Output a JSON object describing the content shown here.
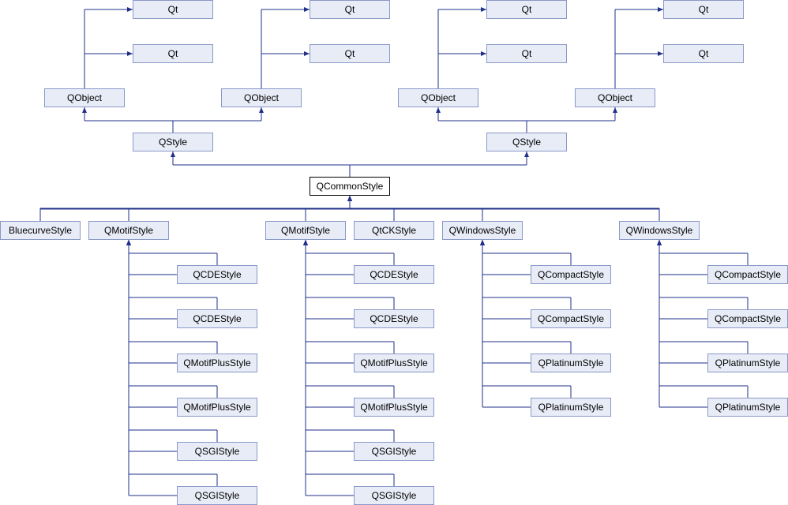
{
  "diagram": {
    "colors": {
      "node_fill": "#e8ecf7",
      "node_border": "#8a98c8",
      "edge": "#1f2f8a",
      "current_border": "#000000"
    },
    "nodes": [
      {
        "id": "qt1",
        "label": "Qt"
      },
      {
        "id": "qt2",
        "label": "Qt"
      },
      {
        "id": "qt3",
        "label": "Qt"
      },
      {
        "id": "qt4",
        "label": "Qt"
      },
      {
        "id": "qt5",
        "label": "Qt"
      },
      {
        "id": "qt6",
        "label": "Qt"
      },
      {
        "id": "qt7",
        "label": "Qt"
      },
      {
        "id": "qt8",
        "label": "Qt"
      },
      {
        "id": "qobject1",
        "label": "QObject"
      },
      {
        "id": "qobject2",
        "label": "QObject"
      },
      {
        "id": "qobject3",
        "label": "QObject"
      },
      {
        "id": "qobject4",
        "label": "QObject"
      },
      {
        "id": "qstyle1",
        "label": "QStyle"
      },
      {
        "id": "qstyle2",
        "label": "QStyle"
      },
      {
        "id": "qcommonstyle",
        "label": "QCommonStyle",
        "current": true
      },
      {
        "id": "bluecurve",
        "label": "BluecurveStyle"
      },
      {
        "id": "motif1",
        "label": "QMotifStyle"
      },
      {
        "id": "motif2",
        "label": "QMotifStyle"
      },
      {
        "id": "qtck",
        "label": "QtCKStyle"
      },
      {
        "id": "windows1",
        "label": "QWindowsStyle"
      },
      {
        "id": "windows2",
        "label": "QWindowsStyle"
      },
      {
        "id": "cde1",
        "label": "QCDEStyle"
      },
      {
        "id": "cde2",
        "label": "QCDEStyle"
      },
      {
        "id": "motifplus1",
        "label": "QMotifPlusStyle"
      },
      {
        "id": "motifplus2",
        "label": "QMotifPlusStyle"
      },
      {
        "id": "sgi1",
        "label": "QSGIStyle"
      },
      {
        "id": "sgi2",
        "label": "QSGIStyle"
      },
      {
        "id": "cde3",
        "label": "QCDEStyle"
      },
      {
        "id": "cde4",
        "label": "QCDEStyle"
      },
      {
        "id": "motifplus3",
        "label": "QMotifPlusStyle"
      },
      {
        "id": "motifplus4",
        "label": "QMotifPlusStyle"
      },
      {
        "id": "sgi3",
        "label": "QSGIStyle"
      },
      {
        "id": "sgi4",
        "label": "QSGIStyle"
      },
      {
        "id": "compact1",
        "label": "QCompactStyle"
      },
      {
        "id": "compact2",
        "label": "QCompactStyle"
      },
      {
        "id": "platinum1",
        "label": "QPlatinumStyle"
      },
      {
        "id": "platinum2",
        "label": "QPlatinumStyle"
      },
      {
        "id": "compact3",
        "label": "QCompactStyle"
      },
      {
        "id": "compact4",
        "label": "QCompactStyle"
      },
      {
        "id": "platinum3",
        "label": "QPlatinumStyle"
      },
      {
        "id": "platinum4",
        "label": "QPlatinumStyle"
      }
    ],
    "edges": [
      {
        "from": "qobject1",
        "to": "qt1"
      },
      {
        "from": "qobject1",
        "to": "qt2"
      },
      {
        "from": "qobject2",
        "to": "qt3"
      },
      {
        "from": "qobject2",
        "to": "qt4"
      },
      {
        "from": "qobject3",
        "to": "qt5"
      },
      {
        "from": "qobject3",
        "to": "qt6"
      },
      {
        "from": "qobject4",
        "to": "qt7"
      },
      {
        "from": "qobject4",
        "to": "qt8"
      },
      {
        "from": "qstyle1",
        "to": "qobject1"
      },
      {
        "from": "qstyle1",
        "to": "qobject2"
      },
      {
        "from": "qstyle2",
        "to": "qobject3"
      },
      {
        "from": "qstyle2",
        "to": "qobject4"
      },
      {
        "from": "qcommonstyle",
        "to": "qstyle1"
      },
      {
        "from": "qcommonstyle",
        "to": "qstyle2"
      },
      {
        "from": "bluecurve",
        "to": "qcommonstyle"
      },
      {
        "from": "motif1",
        "to": "qcommonstyle"
      },
      {
        "from": "motif2",
        "to": "qcommonstyle"
      },
      {
        "from": "qtck",
        "to": "qcommonstyle"
      },
      {
        "from": "windows1",
        "to": "qcommonstyle"
      },
      {
        "from": "windows2",
        "to": "qcommonstyle"
      },
      {
        "from": "cde1",
        "to": "motif1"
      },
      {
        "from": "cde2",
        "to": "motif1"
      },
      {
        "from": "motifplus1",
        "to": "motif1"
      },
      {
        "from": "motifplus2",
        "to": "motif1"
      },
      {
        "from": "sgi1",
        "to": "motif1"
      },
      {
        "from": "sgi2",
        "to": "motif1"
      },
      {
        "from": "cde3",
        "to": "motif2"
      },
      {
        "from": "cde4",
        "to": "motif2"
      },
      {
        "from": "motifplus3",
        "to": "motif2"
      },
      {
        "from": "motifplus4",
        "to": "motif2"
      },
      {
        "from": "sgi3",
        "to": "motif2"
      },
      {
        "from": "sgi4",
        "to": "motif2"
      },
      {
        "from": "compact1",
        "to": "windows1"
      },
      {
        "from": "compact2",
        "to": "windows1"
      },
      {
        "from": "platinum1",
        "to": "windows1"
      },
      {
        "from": "platinum2",
        "to": "windows1"
      },
      {
        "from": "compact3",
        "to": "windows2"
      },
      {
        "from": "compact4",
        "to": "windows2"
      },
      {
        "from": "platinum3",
        "to": "windows2"
      },
      {
        "from": "platinum4",
        "to": "windows2"
      }
    ]
  }
}
